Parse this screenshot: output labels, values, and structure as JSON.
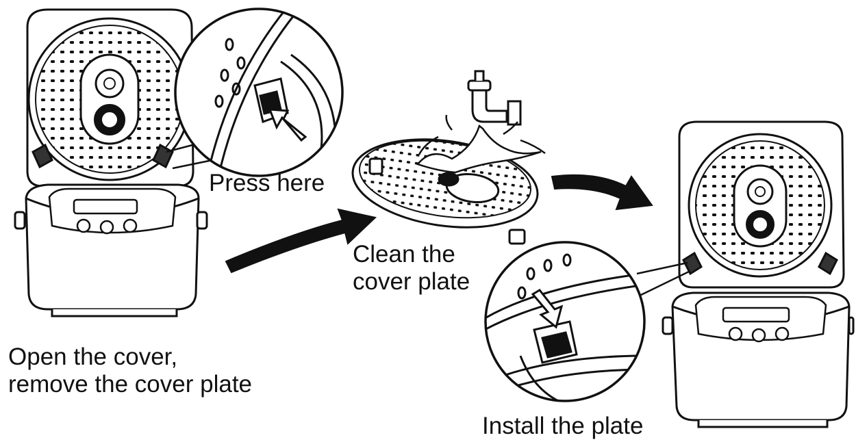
{
  "steps": {
    "press_here": "Press here",
    "clean": "Clean the\ncover plate",
    "open_remove": "Open the cover,\nremove the cover plate",
    "install": "Install the plate"
  },
  "colors": {
    "line": "#111111",
    "fill": "#ffffff",
    "arrow": "#111111"
  }
}
